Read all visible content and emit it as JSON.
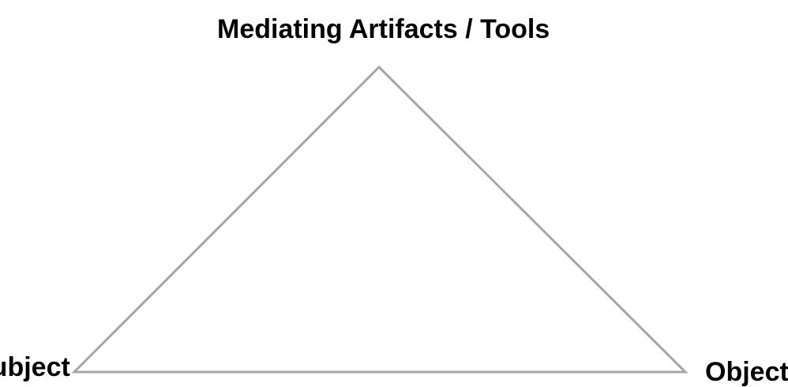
{
  "diagram": {
    "top_label": "Mediating Artifacts / Tools",
    "left_label": "Subject",
    "right_label": "Object",
    "stroke_color": "#a6a6a6"
  }
}
